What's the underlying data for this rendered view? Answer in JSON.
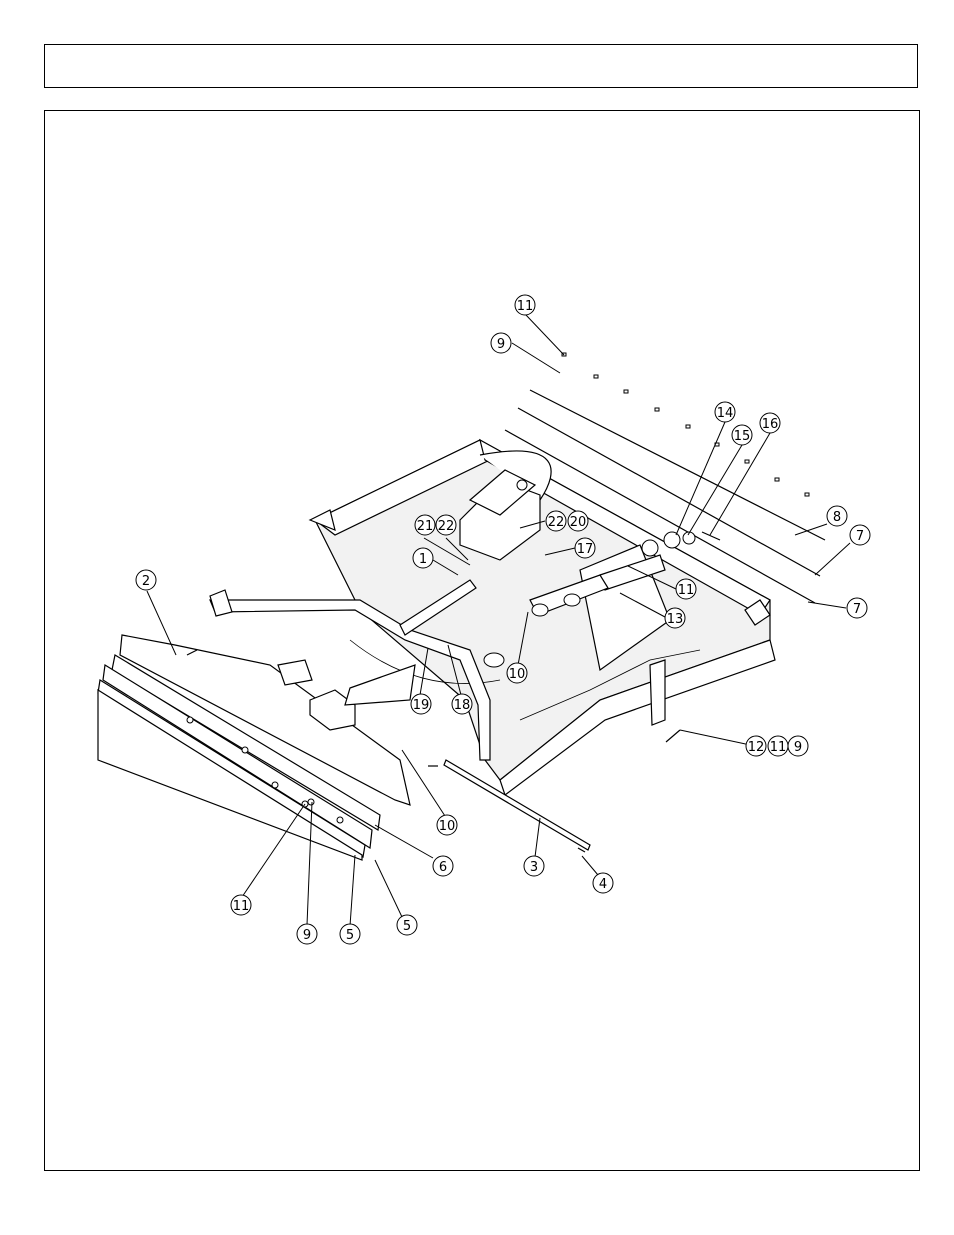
{
  "header": {
    "title": ""
  },
  "callouts": [
    {
      "label": "11"
    },
    {
      "label": "9"
    },
    {
      "label": "14"
    },
    {
      "label": "15"
    },
    {
      "label": "16"
    },
    {
      "label": "8"
    },
    {
      "label": "7"
    },
    {
      "label": "7"
    },
    {
      "label": "21"
    },
    {
      "label": "22"
    },
    {
      "label": "22"
    },
    {
      "label": "20"
    },
    {
      "label": "17"
    },
    {
      "label": "1"
    },
    {
      "label": "11"
    },
    {
      "label": "13"
    },
    {
      "label": "10"
    },
    {
      "label": "2"
    },
    {
      "label": "19"
    },
    {
      "label": "18"
    },
    {
      "label": "12"
    },
    {
      "label": "11"
    },
    {
      "label": "9"
    },
    {
      "label": "10"
    },
    {
      "label": "6"
    },
    {
      "label": "3"
    },
    {
      "label": "4"
    },
    {
      "label": "11"
    },
    {
      "label": "9"
    },
    {
      "label": "5"
    },
    {
      "label": "5"
    }
  ]
}
